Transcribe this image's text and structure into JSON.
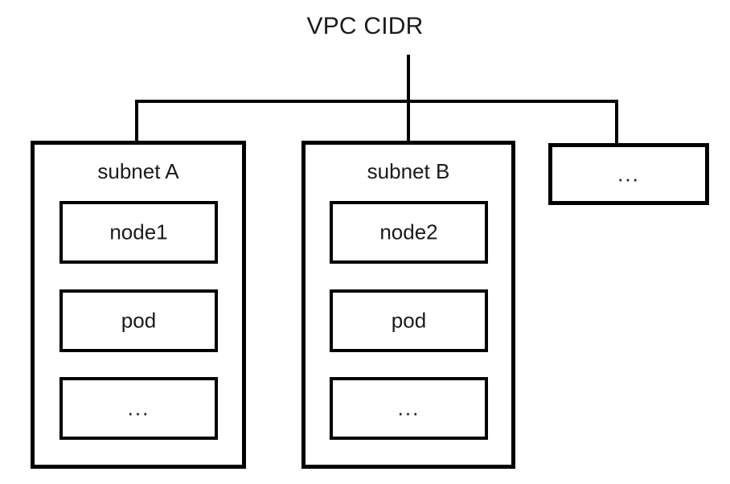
{
  "diagram": {
    "title": "VPC CIDR",
    "colors": {
      "stroke": "#000000",
      "text": "#1b1b1b",
      "background": "#ffffff"
    },
    "nodes": [
      {
        "id": "subnet-a",
        "label": "subnet A",
        "children": [
          {
            "id": "node1",
            "label": "node1"
          },
          {
            "id": "pod-a",
            "label": "pod"
          },
          {
            "id": "more-a",
            "label": "..."
          }
        ]
      },
      {
        "id": "subnet-b",
        "label": "subnet B",
        "children": [
          {
            "id": "node2",
            "label": "node2"
          },
          {
            "id": "pod-b",
            "label": "pod"
          },
          {
            "id": "more-b",
            "label": "..."
          }
        ]
      },
      {
        "id": "subnet-more",
        "label": "...",
        "children": []
      }
    ]
  }
}
